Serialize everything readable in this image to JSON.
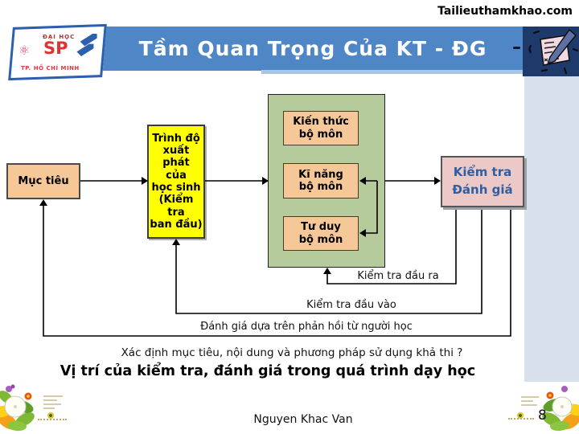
{
  "header": {
    "watermark": "Tailieuthamkhao.com",
    "title": "Tầm Quan Trọng Của KT - ĐG"
  },
  "logo": {
    "top_text": "ĐẠI HỌC",
    "abbrev": "SP",
    "bottom_text": "TP. HỒ CHÍ MINH",
    "atom_icon": "⚛"
  },
  "diagram": {
    "boxes": {
      "muc_tieu": "Mục tiêu",
      "trinh_do": "Trình độ\nxuất phát\ncủa\nhọc sinh\n(Kiểm tra\nban đầu)",
      "kien_thuc": "Kiến thức\nbộ môn",
      "ki_nang": "Kĩ năng\nbộ môn",
      "tu_duy": "Tư duy\nbộ môn",
      "kiem_tra_danh_gia": "Kiểm tra\nĐánh giá"
    },
    "labels": {
      "dau_ra": "Kiểm tra đầu ra",
      "dau_vao": "Kiểm tra đầu vào",
      "phan_hoi": "Đánh giá dựa trên phản hồi từ người học",
      "question": "Xác định mục tiêu, nội dung và phương pháp sử dụng khả thi ?"
    },
    "caption": "Vị trí của kiểm tra, đánh giá trong quá trình dạy học",
    "colors": {
      "title_bar_blue": "#4f86c6",
      "navy_square": "#1d3a6b",
      "under_strip_blue": "#a9c6e4",
      "side_strip_blue_gray": "#d8e1eb",
      "peach_box": "#f6c898",
      "yellow_box": "#ffff00",
      "green_panel": "#b6cb9c",
      "pink_box": "#ecc9c7",
      "pink_box_text_blue": "#2e5fa3"
    }
  },
  "footer": {
    "author": "Nguyen Khac Van",
    "page_number": "8"
  }
}
